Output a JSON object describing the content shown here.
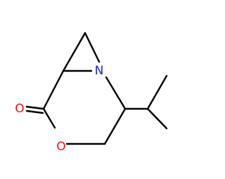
{
  "molecule": {
    "atoms": [
      {
        "id": "N1",
        "label": "N",
        "color": "#1a1aff"
      },
      {
        "id": "O_carbonyl",
        "label": "O",
        "color": "#ff0d0d"
      },
      {
        "id": "O_ring",
        "label": "O",
        "color": "#ff0d0d"
      }
    ],
    "bond_color": "#000000",
    "background": "#ffffff"
  }
}
